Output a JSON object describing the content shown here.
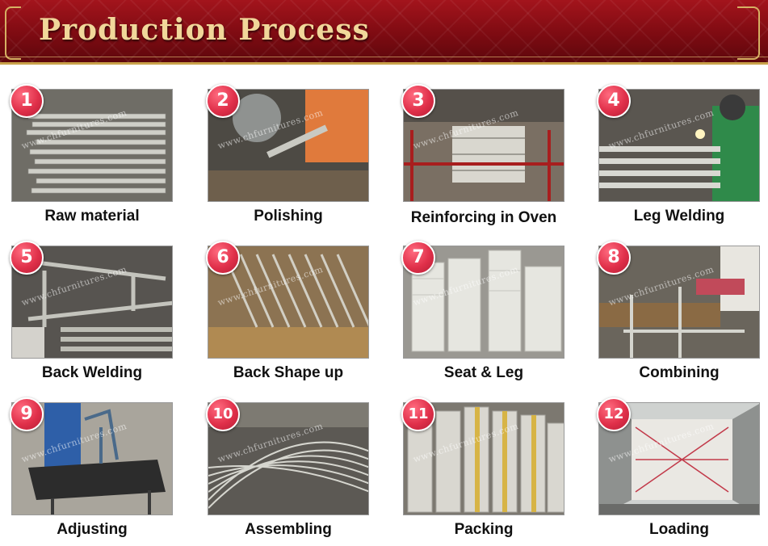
{
  "header": {
    "title": "Production Process"
  },
  "watermark_text": "www.chfurnitures.com",
  "colors": {
    "banner": "#8b0f17",
    "title": "#f1d79a",
    "badge": "#e0304a"
  },
  "steps": [
    {
      "number": "1",
      "label": "Raw material"
    },
    {
      "number": "2",
      "label": "Polishing"
    },
    {
      "number": "3",
      "label": "Reinforcing in Oven"
    },
    {
      "number": "4",
      "label": "Leg Welding"
    },
    {
      "number": "5",
      "label": "Back Welding"
    },
    {
      "number": "6",
      "label": "Back Shape up"
    },
    {
      "number": "7",
      "label": "Seat & Leg"
    },
    {
      "number": "8",
      "label": "Combining"
    },
    {
      "number": "9",
      "label": "Adjusting"
    },
    {
      "number": "10",
      "label": "Assembling"
    },
    {
      "number": "11",
      "label": "Packing"
    },
    {
      "number": "12",
      "label": "Loading"
    }
  ]
}
